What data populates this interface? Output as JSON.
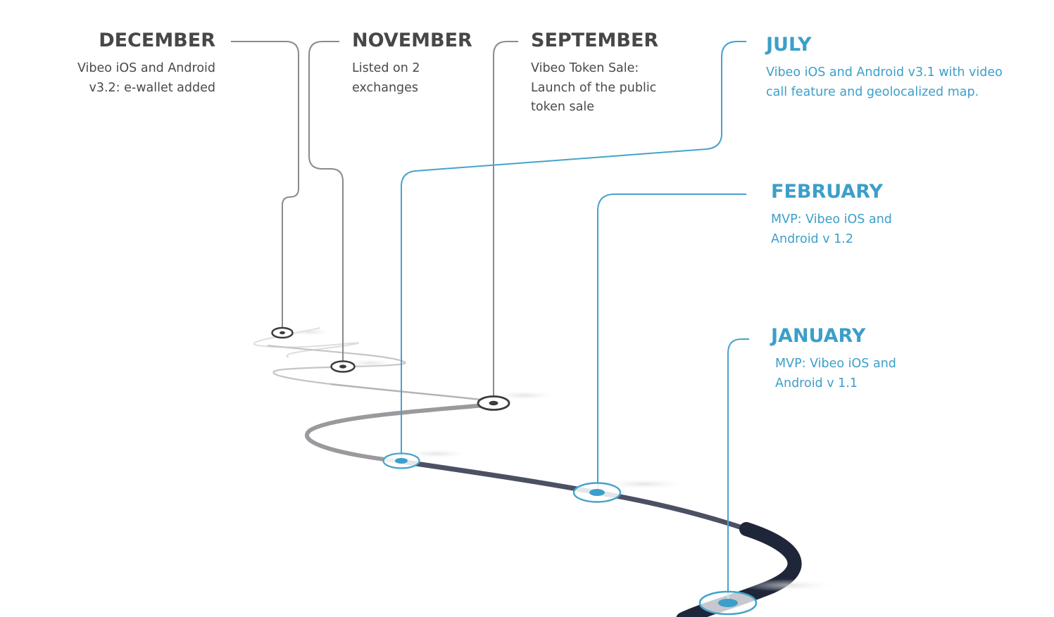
{
  "colors": {
    "past_text": "#474749",
    "past_line": "#8a8a8d",
    "past_marker": "#3c3c3e",
    "future_text": "#3c9fc9",
    "future_line": "#45a3cc",
    "road_dark": "#1f2639",
    "road_light": "#c9c9cc"
  },
  "milestones": [
    {
      "id": "december",
      "month": "DECEMBER",
      "desc": "Vibeo iOS and Android v3.2: e-wallet added",
      "state": "past",
      "marker": "ring-dot"
    },
    {
      "id": "november",
      "month": "NOVEMBER",
      "desc": "Listed on 2 exchanges",
      "state": "past",
      "marker": "ring-dot"
    },
    {
      "id": "september",
      "month": "SEPTEMBER",
      "desc": "Vibeo Token Sale: Launch of the public token sale",
      "state": "past",
      "marker": "ring-dot"
    },
    {
      "id": "july",
      "month": "JULY",
      "desc": "Vibeo iOS and Android v3.1 with video call feature and geolocalized map.",
      "state": "future",
      "marker": "ring-dot"
    },
    {
      "id": "february",
      "month": "FEBRUARY",
      "desc": "MVP: Vibeo iOS and Android v 1.2",
      "state": "future",
      "marker": "ring-dot"
    },
    {
      "id": "january",
      "month": "JANUARY",
      "desc": "MVP: Vibeo iOS and Android v 1.1",
      "state": "future",
      "marker": "ring-dot"
    }
  ]
}
